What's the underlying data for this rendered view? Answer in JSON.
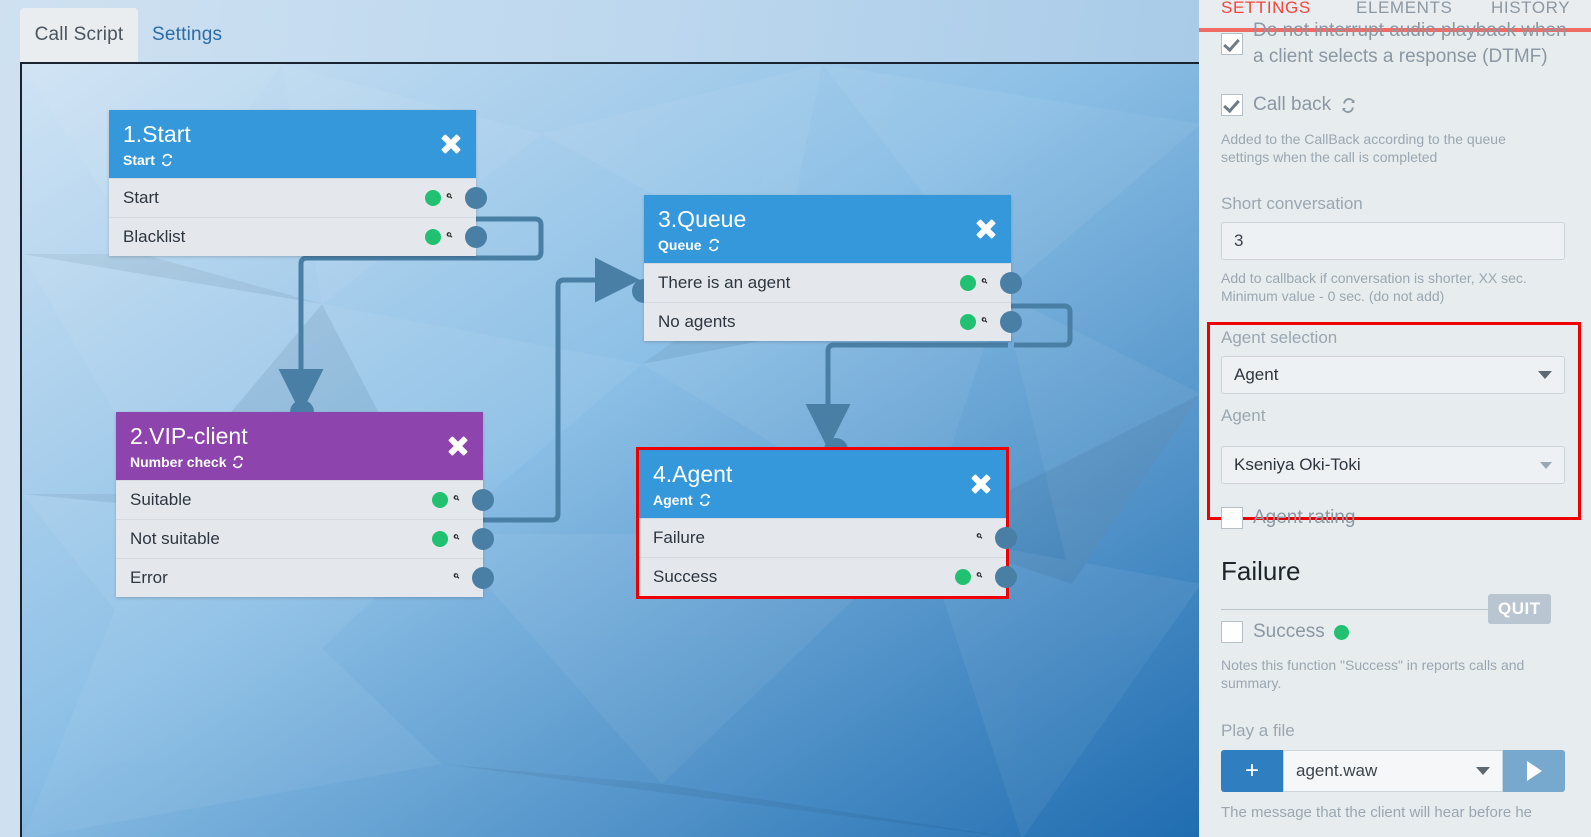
{
  "app": {
    "tabs": [
      {
        "label": "Call Script",
        "active": true
      },
      {
        "label": "Settings",
        "active": false
      }
    ]
  },
  "canvas": {
    "nodes": [
      {
        "id": "n1",
        "title": "1.Start",
        "subtitle": "Start",
        "color": "#3498db",
        "close_label": "x",
        "selected": false,
        "outputs": [
          {
            "label": "Start",
            "green": true
          },
          {
            "label": "Blacklist",
            "green": true
          }
        ]
      },
      {
        "id": "n2",
        "title": "2.VIP-client",
        "subtitle": "Number check",
        "color": "#8e44ad",
        "close_label": "x",
        "selected": false,
        "outputs": [
          {
            "label": "Suitable",
            "green": true
          },
          {
            "label": "Not suitable",
            "green": true
          },
          {
            "label": "Error",
            "green": false
          }
        ]
      },
      {
        "id": "n3",
        "title": "3.Queue",
        "subtitle": "Queue",
        "color": "#3498db",
        "close_label": "x",
        "selected": false,
        "outputs": [
          {
            "label": "There is an agent",
            "green": true
          },
          {
            "label": "No agents",
            "green": true
          }
        ]
      },
      {
        "id": "n4",
        "title": "4.Agent",
        "subtitle": "Agent",
        "color": "#3498db",
        "close_label": "x",
        "selected": true,
        "outputs": [
          {
            "label": "Failure",
            "green": false
          },
          {
            "label": "Success",
            "green": true
          }
        ]
      }
    ]
  },
  "panel": {
    "tabs": [
      {
        "label": "SETTINGS",
        "active": true
      },
      {
        "label": "ELEMENTS",
        "active": false
      },
      {
        "label": "HISTORY",
        "active": false
      }
    ],
    "dtmf": {
      "label": "Do not interrupt audio playback when a client selects a response (DTMF)",
      "checked": true
    },
    "callback": {
      "label": "Call back",
      "checked": true,
      "hint": "Added to the CallBack according to the queue settings when the call is completed"
    },
    "short_conversation": {
      "label": "Short conversation",
      "value": "3",
      "hint": "Add to callback if conversation is shorter, XX sec. Minimum value - 0 sec. (do not add)"
    },
    "agent_selection": {
      "label": "Agent selection",
      "value": "Agent"
    },
    "agent": {
      "label": "Agent",
      "value": "Kseniya Oki-Toki"
    },
    "agent_rating": {
      "label": "Agent rating",
      "checked": false
    },
    "failure_heading": "Failure",
    "quit_badge": "QUIT",
    "success": {
      "label": "Success",
      "checked": false,
      "hint": "Notes this function \"Success\" in reports calls and summary."
    },
    "play_a_file": {
      "label": "Play a file",
      "add_label": "+",
      "file": "agent.waw",
      "hint": "The message that the client will hear before he"
    },
    "accent_red": "#ef0000",
    "accent_blue": "#3498db",
    "accent_purple": "#8e44ad",
    "accent_green": "#22c172"
  }
}
